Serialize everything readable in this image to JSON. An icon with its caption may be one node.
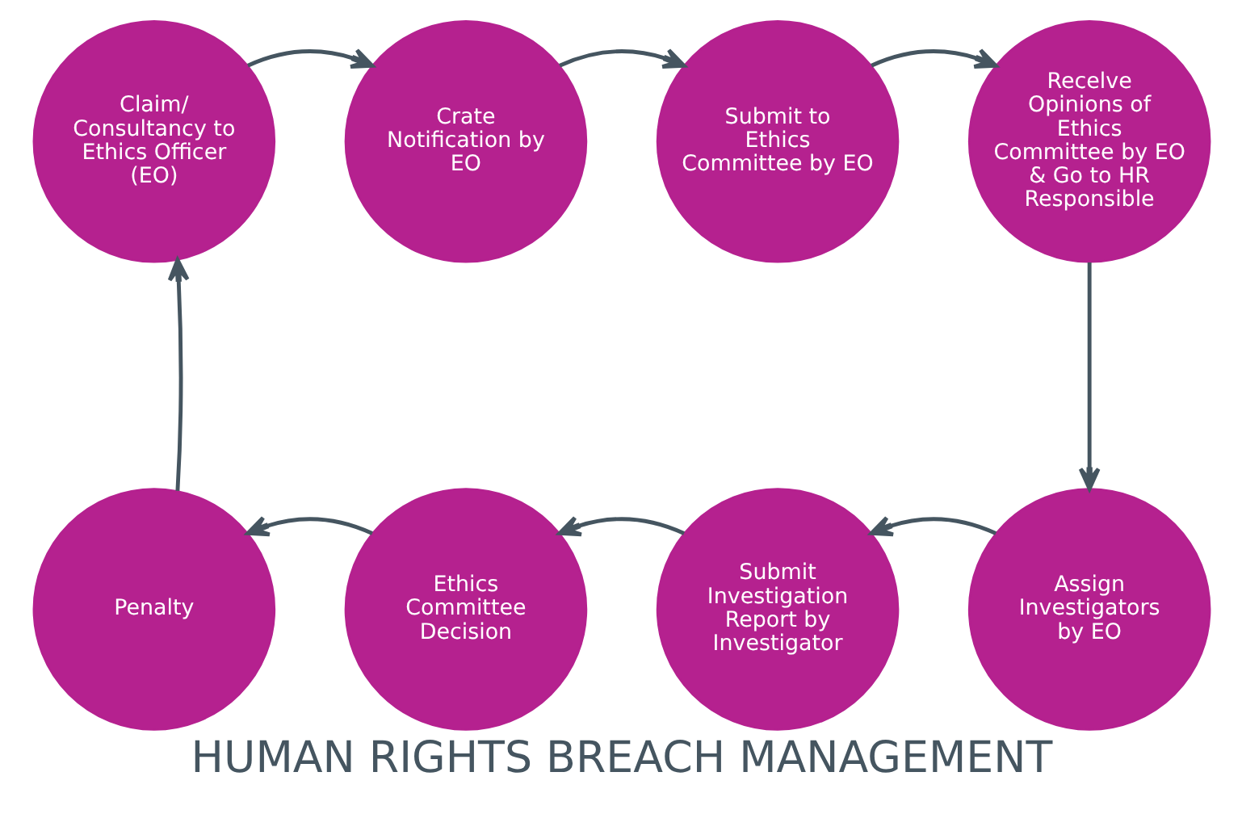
{
  "diagram": {
    "title": "HUMAN RIGHTS BREACH MANAGEMENT",
    "nodes": [
      {
        "text": [
          "Claim/ Consultancy to Ethics Officer (EO)"
        ]
      },
      {
        "text": [
          "Crate Notification by EO"
        ]
      },
      {
        "text": [
          "Submit to Ethics Committee by EO"
        ]
      },
      {
        "text": [
          "Recelve Opinions of Ethics Committee by EO & Go to HR Responsible"
        ]
      },
      {
        "text": [
          "Assign Investigators by EO"
        ]
      },
      {
        "text": [
          "Submit Investigation Report by Investigator"
        ]
      },
      {
        "text": [
          "Ethics Committee Decision"
        ]
      },
      {
        "text": [
          "Penalty"
        ]
      }
    ],
    "edges": [
      {
        "from": 0,
        "to": 1,
        "arrow": "to"
      },
      {
        "from": 1,
        "to": 2,
        "arrow": "to"
      },
      {
        "from": 2,
        "to": 3,
        "arrow": "to"
      },
      {
        "from": 3,
        "to": 4,
        "arrow": "to"
      },
      {
        "from": 4,
        "to": 5,
        "arrow": "to"
      },
      {
        "from": 5,
        "to": 6,
        "arrow": "to"
      },
      {
        "from": 6,
        "to": 7,
        "arrow": "to"
      },
      {
        "from": 7,
        "to": 0,
        "arrow": "to"
      }
    ]
  }
}
